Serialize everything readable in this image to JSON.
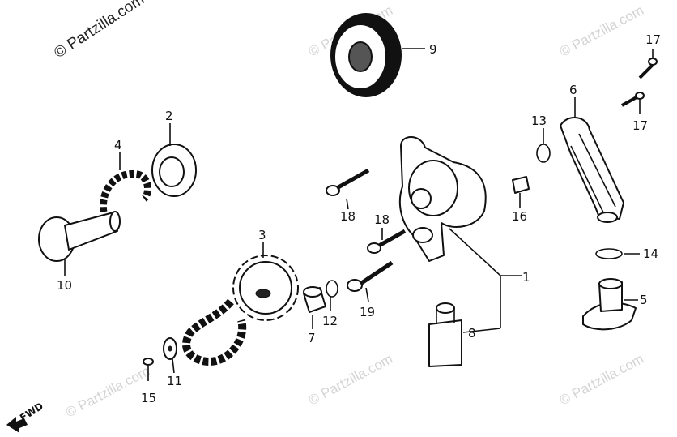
{
  "copyright": "© Partzilla.com",
  "watermark": "© Partzilla.com",
  "direction_label": "FWD",
  "callouts": [
    "1",
    "2",
    "3",
    "4",
    "5",
    "6",
    "7",
    "8",
    "9",
    "10",
    "11",
    "12",
    "13",
    "14",
    "15",
    "16",
    "17",
    "17",
    "18",
    "18",
    "19"
  ]
}
